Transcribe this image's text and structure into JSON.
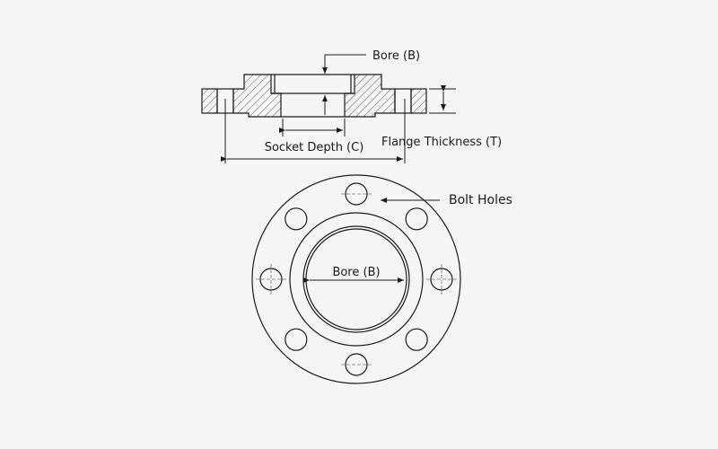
{
  "labels": {
    "bore_top": "Bore (B)",
    "socket_depth": "Socket Depth (C)",
    "flange_thickness": "Flange Thickness (T)",
    "bolt_holes": "Bolt Holes",
    "bore_front": "Bore (B)"
  },
  "colors": {
    "line": "#1a1a1a",
    "background": "#f5f5f5",
    "centerline": "#777777"
  },
  "bolt_hole_count": 8
}
